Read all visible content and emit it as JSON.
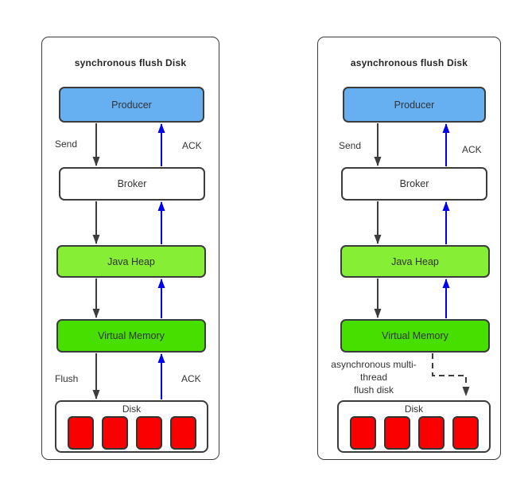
{
  "colors": {
    "producer_fill": "#66b0f2",
    "java_heap_fill": "#85ee35",
    "virtual_memory_fill": "#47df00",
    "disk_block_fill": "#fb0000",
    "black_arrow": "#3c3c3c",
    "blue_arrow": "#0000f0",
    "box_border": "#3c3c3c",
    "text": "#333333"
  },
  "left_panel": {
    "title": "synchronous flush Disk",
    "boxes": {
      "producer": "Producer",
      "broker": "Broker",
      "java_heap": "Java Heap",
      "virtual_memory": "Virtual Memory",
      "disk": "Disk"
    },
    "labels": {
      "send": "Send",
      "ack_top": "ACK",
      "flush": "Flush",
      "ack_bottom": "ACK"
    },
    "disk_blocks": 4
  },
  "right_panel": {
    "title": "asynchronous flush Disk",
    "boxes": {
      "producer": "Producer",
      "broker": "Broker",
      "java_heap": "Java Heap",
      "virtual_memory": "Virtual Memory",
      "disk": "Disk"
    },
    "labels": {
      "send": "Send",
      "ack_top": "ACK",
      "flush_note": "asynchronous multi-\nthread\nflush disk"
    },
    "disk_blocks": 4
  }
}
